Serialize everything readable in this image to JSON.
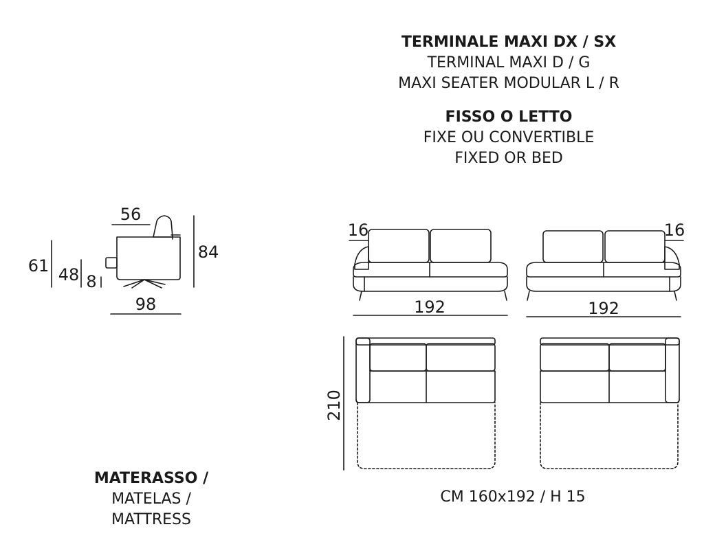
{
  "heading": {
    "title_it": "TERMINALE MAXI DX / SX",
    "title_fr": "TERMINAL MAXI D / G",
    "title_en": "MAXI SEATER MODULAR L / R",
    "type_it": "FISSO O LETTO",
    "type_fr": "FIXE OU CONVERTIBLE",
    "type_en": "FIXED OR BED"
  },
  "mattress": {
    "label_it": "MATERASSO /",
    "label_fr": "MATELAS /",
    "label_en": "MATTRESS",
    "size": "CM 160x192 / H 15"
  },
  "dimensions": {
    "seat_depth": "56",
    "total_height": "84",
    "arm_height": "61",
    "seat_height": "48",
    "leg_height": "8",
    "depth": "98",
    "arm_width_left": "16",
    "arm_width_right": "16",
    "width_left": "192",
    "width_right": "192",
    "bed_length": "210"
  },
  "colors": {
    "line": "#1a1a1a"
  }
}
